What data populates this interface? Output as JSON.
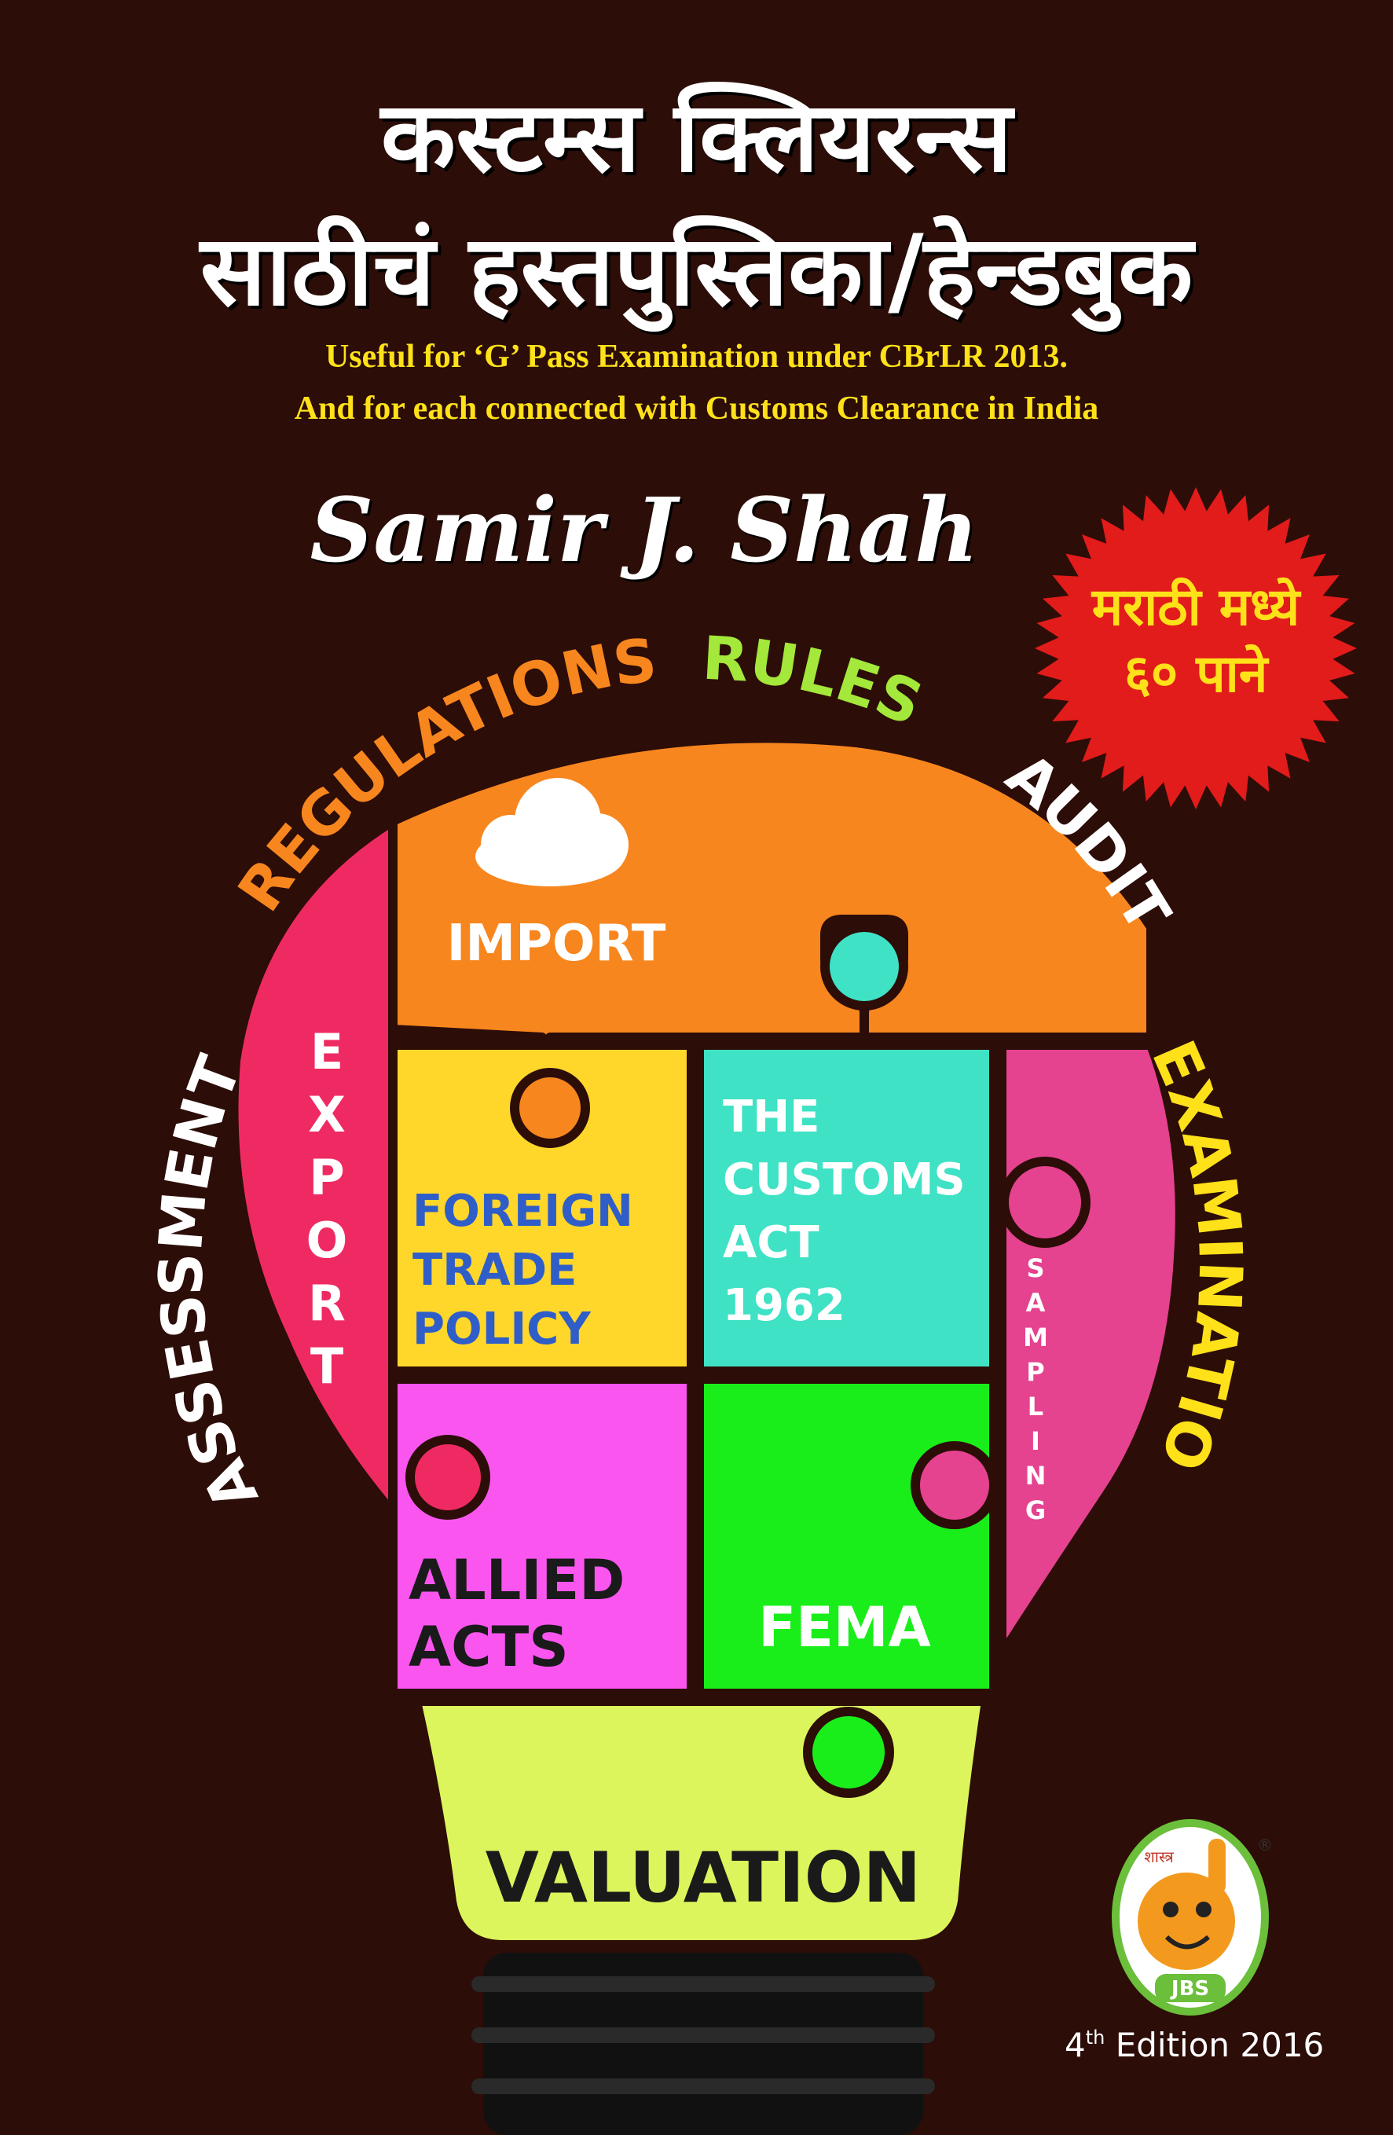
{
  "title": {
    "line1": "कस्टम्स क्लियरन्स",
    "line2": "साठीचं हस्तपुस्तिका/हेन्डबुक"
  },
  "subtitle": {
    "line1": "Useful for ‘G’ Pass Examination under CBrLR 2013.",
    "line2": "And for each connected with Customs Clearance in India"
  },
  "author": "Samir J. Shah",
  "badge": {
    "line1": "मराठी मध्ये",
    "line2": "६० पाने",
    "color": "#e21b1b",
    "text_color": "#ffe11a"
  },
  "arc_labels": {
    "regulations": "REGULATIONS",
    "rules": "RULES",
    "audit": "AUDIT",
    "examination": "EXAMINATION",
    "assessment": "ASSESSMENT"
  },
  "pieces": {
    "import": "IMPORT",
    "export": "EXPORT",
    "foreign_trade_policy": [
      "FOREIGN",
      "TRADE",
      "POLICY"
    ],
    "customs_act": [
      "THE",
      "CUSTOMS",
      "ACT",
      "1962"
    ],
    "sampling": "SAMPLING",
    "allied_acts": [
      "ALLIED",
      "ACTS"
    ],
    "fema": "FEMA",
    "valuation": "VALUATION"
  },
  "logo": {
    "text": "JBS",
    "script_text": "शास्त्र",
    "mark": "®"
  },
  "edition": {
    "number": "4",
    "suffix": "th",
    "text": " Edition 2016"
  },
  "colors": {
    "background": "#2c0d08",
    "import": "#f7861e",
    "export": "#ef2a62",
    "foreign_trade_policy": "#ffd72b",
    "customs_act": "#3fe2c4",
    "sampling": "#e5428f",
    "allied_acts": "#fb55f0",
    "fema": "#1aee1a",
    "valuation": "#dcf55c",
    "regulations_label": "#f7861e",
    "rules_label": "#a3e83a",
    "examination_label": "#ffe11a"
  }
}
